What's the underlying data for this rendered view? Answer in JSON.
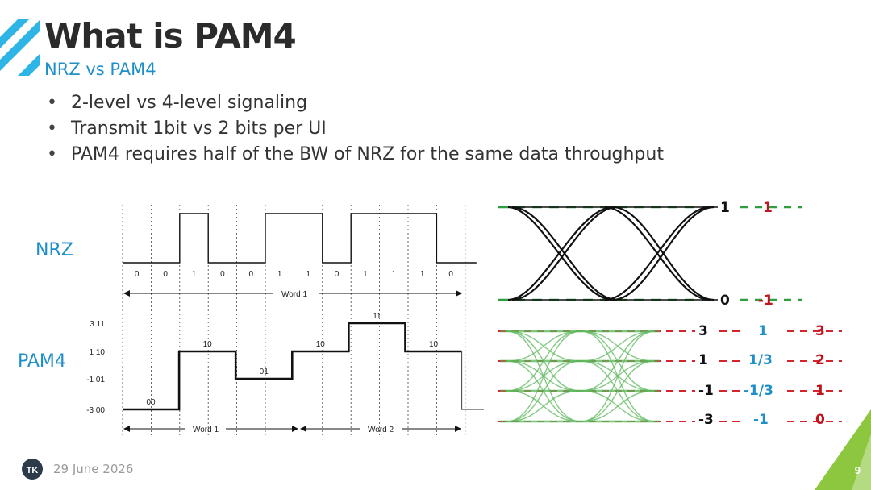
{
  "slide": {
    "title": "What is PAM4",
    "subtitle": "NRZ vs PAM4",
    "bullets": [
      "2-level vs 4-level signaling",
      "Transmit 1bit vs 2 bits per UI",
      "PAM4 requires half of the BW of NRZ for the same data throughput"
    ],
    "footer_date": "29 June 2026",
    "page_number": "9",
    "footer_logo_text": "TK",
    "accent_color": "#1e8fc9",
    "brand_green": "#8dc63f"
  },
  "waveform": {
    "nrz_label": "NRZ",
    "pam4_label": "PAM4",
    "nrz_bits": [
      "0",
      "0",
      "1",
      "0",
      "0",
      "1",
      "1",
      "0",
      "1",
      "1",
      "1",
      "0"
    ],
    "nrz_word_label": "Word 1",
    "pam4_level_labels": [
      {
        "level": "3",
        "bits": "11"
      },
      {
        "level": "1",
        "bits": "10"
      },
      {
        "level": "-1",
        "bits": "01"
      },
      {
        "level": "-3",
        "bits": "00"
      }
    ],
    "pam4_symbols": [
      {
        "bits": "00",
        "level": -3
      },
      {
        "bits": "10",
        "level": 1
      },
      {
        "bits": "01",
        "level": -1
      },
      {
        "bits": "10",
        "level": 1
      },
      {
        "bits": "11",
        "level": 3
      },
      {
        "bits": "10",
        "level": 1
      }
    ],
    "pam4_word2_levels": [
      -3,
      -1,
      1,
      3,
      1
    ],
    "pam4_word1_label": "Word 1",
    "pam4_word2_label": "Word 2"
  },
  "eye_nrz": {
    "levels": [
      {
        "label_black": "1",
        "label_red": "1"
      },
      {
        "label_black": "0",
        "label_red": "-1"
      }
    ]
  },
  "eye_pam4": {
    "levels": [
      {
        "black": "3",
        "blue": "1",
        "red": "3"
      },
      {
        "black": "1",
        "blue": "1/3",
        "red": "2"
      },
      {
        "black": "-1",
        "blue": "-1/3",
        "red": "1"
      },
      {
        "black": "-3",
        "blue": "-1",
        "red": "0"
      }
    ]
  }
}
